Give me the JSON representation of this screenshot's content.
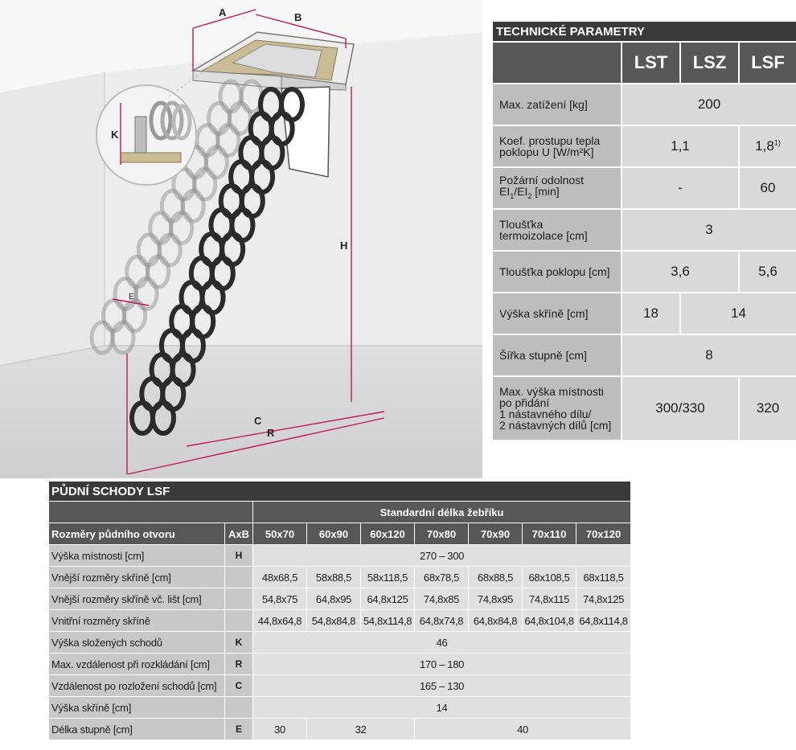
{
  "illustration": {
    "dimensions": {
      "a": "A",
      "b": "B",
      "k": "K",
      "h": "H",
      "e": "E",
      "c": "C",
      "r": "R"
    },
    "colors": {
      "wall": "#e6e6e6",
      "floor": "#d2d2d2",
      "ladder": "#2b2b2b",
      "dimension_line": "#c0185a"
    }
  },
  "technical": {
    "title": "TECHNICKÉ PARAMETRY",
    "columns": [
      "LST",
      "LSZ",
      "LSF"
    ],
    "rows": [
      {
        "label": "Max. zatížení [kg]",
        "values": [
          "200"
        ]
      },
      {
        "label_line1": "Koef. prostupu tepla",
        "label_line2": "poklopu U [W/m²K]",
        "values": [
          "1,1",
          "1,8"
        ],
        "footnote": "1)"
      },
      {
        "label_line1": "Požární odolnost",
        "label_line2_a": "EI",
        "label_line2_sub1": "1",
        "label_line2_b": "/EI",
        "label_line2_sub2": "2",
        "label_line2_c": " [min]",
        "values": [
          "-",
          "60"
        ]
      },
      {
        "label_line1": "Tloušťka",
        "label_line2": "termoizolace [cm]",
        "values": [
          "3"
        ]
      },
      {
        "label": "Tloušťka poklopu [cm]",
        "values": [
          "3,6",
          "5,6"
        ]
      },
      {
        "label": "Výška skříně [cm]",
        "values": [
          "18",
          "14"
        ]
      },
      {
        "label": "Šířka stupně [cm]",
        "values": [
          "8"
        ]
      },
      {
        "label_lines": [
          "Max. výška místnosti",
          "po přidání",
          "1 nástavného dílu/",
          "2 nástavných dílů [cm]"
        ],
        "values": [
          "300/330",
          "320"
        ]
      }
    ]
  },
  "lsf": {
    "title": "PŮDNÍ SCHODY LSF",
    "subheader": "Standardní délka žebříku",
    "header_label": "Rozměry půdního otvoru",
    "header_symbol": "AxB",
    "sizes": [
      "50x70",
      "60x90",
      "60x120",
      "70x80",
      "70x90",
      "70x110",
      "70x120"
    ],
    "rows": [
      {
        "label": "Výška místnosti [cm]",
        "symbol": "H",
        "span_value": "270 – 300"
      },
      {
        "label": "Vnější rozměry skříně [cm]",
        "symbol": "",
        "values": [
          "48x68,5",
          "58x88,5",
          "58x118,5",
          "68x78,5",
          "68x88,5",
          "68x108,5",
          "68x118,5"
        ]
      },
      {
        "label": "Vnější rozměry skříně vč. lišt [cm]",
        "symbol": "",
        "values": [
          "54,8x75",
          "64,8x95",
          "64,8x125",
          "74,8x85",
          "74,8x95",
          "74,8x115",
          "74,8x125"
        ]
      },
      {
        "label": "Vnitřní rozměry skříně",
        "symbol": "",
        "values": [
          "44,8x64,8",
          "54,8x84,8",
          "54,8x114,8",
          "64,8x74,8",
          "64,8x84,8",
          "64,8x104,8",
          "64,8x114,8"
        ]
      },
      {
        "label": "Výška složených schodů",
        "symbol": "K",
        "span_value": "46"
      },
      {
        "label": "Max. vzdálenost při rozkládání [cm]",
        "symbol": "R",
        "span_value": "170 – 180"
      },
      {
        "label": "Vzdálenost po rozložení schodů [cm]",
        "symbol": "C",
        "span_value": "165 – 130"
      },
      {
        "label": "Výška skříně [cm]",
        "symbol": "",
        "span_value": "14"
      },
      {
        "label": "Délka stupně [cm]",
        "symbol": "E",
        "values_grouped": [
          "30",
          "32",
          "40"
        ]
      }
    ]
  }
}
